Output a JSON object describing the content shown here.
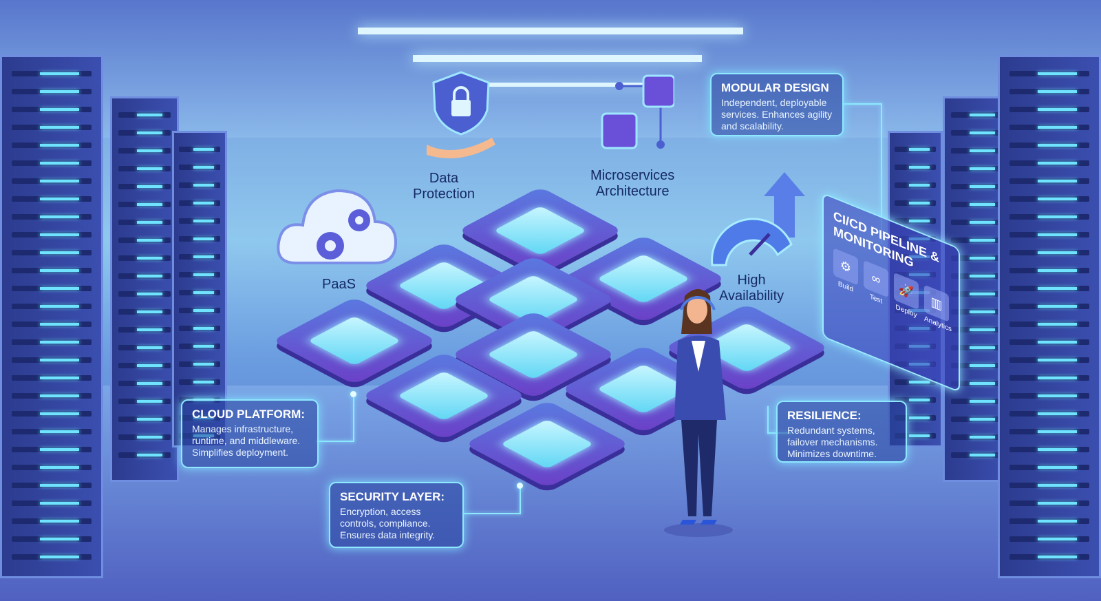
{
  "labels": {
    "data_protection": "Data\nProtection",
    "microservices": "Microservices\nArchitecture",
    "paas": "PaaS",
    "high_availability": "High\nAvailability"
  },
  "panels": {
    "modular": {
      "title": "MODULAR DESIGN",
      "text": "Independent, deployable services. Enhances agility and scalability."
    },
    "cloud": {
      "title": "CLOUD PLATFORM:",
      "text": "Manages infrastructure, runtime, and middleware. Simplifies deployment."
    },
    "security": {
      "title": "SECURITY LAYER:",
      "text": "Encryption, access controls, compliance. Ensures data integrity."
    },
    "resilience": {
      "title": "RESILIENCE:",
      "text": "Redundant systems, failover mechanisms. Minimizes downtime."
    }
  },
  "cicd": {
    "title": "CI/CD PIPELINE & MONITORING",
    "steps": [
      {
        "label": "Build",
        "icon": "gears-icon"
      },
      {
        "label": "Test",
        "icon": "infinity-icon"
      },
      {
        "label": "Deploy",
        "icon": "rocket-icon"
      },
      {
        "label": "Analytics",
        "icon": "bar-chart-icon"
      }
    ]
  },
  "colors": {
    "glow": "#8ee8ff",
    "platform": "#6b3fc7",
    "rack": "#2c3b8e"
  }
}
